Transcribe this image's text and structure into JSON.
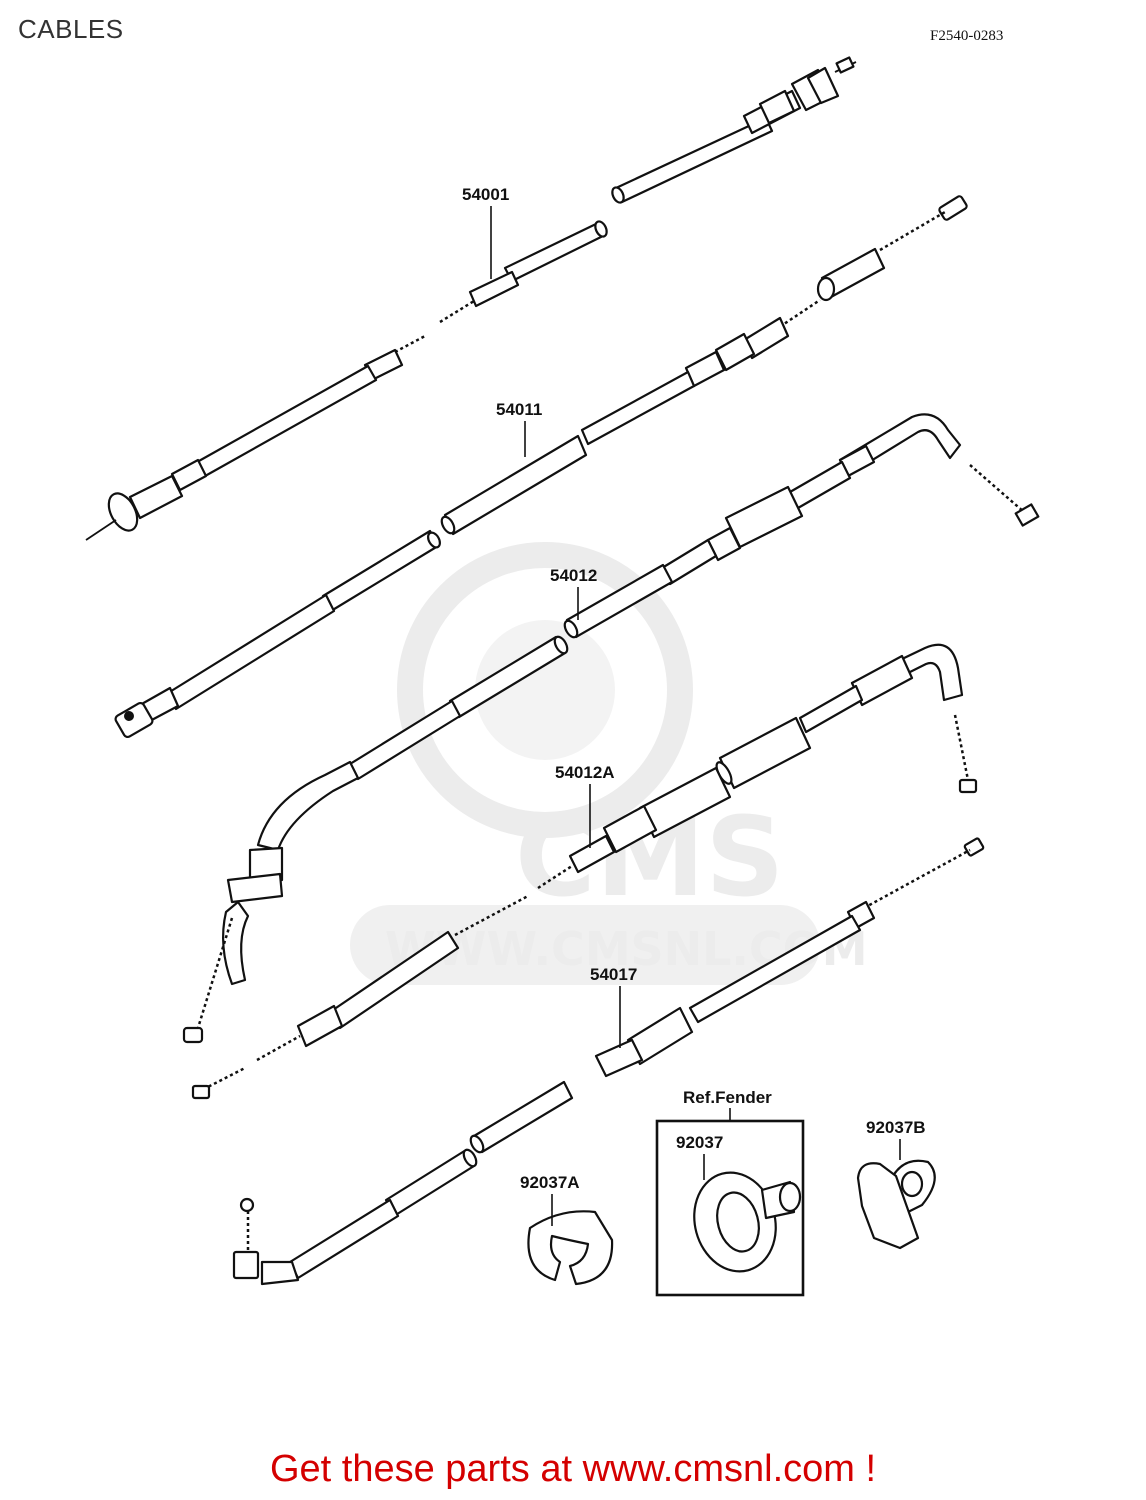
{
  "page": {
    "title": "CABLES",
    "drawing_code": "F2540-0283",
    "footer": "Get these parts at www.cmsnl.com !"
  },
  "watermark": {
    "logo_text": "CMS",
    "url_text": "WWW.CMSNL.COM"
  },
  "parts": [
    {
      "part_no": "54001"
    },
    {
      "part_no": "54011"
    },
    {
      "part_no": "54012"
    },
    {
      "part_no": "54012A"
    },
    {
      "part_no": "54017"
    },
    {
      "part_no": "92037A"
    },
    {
      "part_no": "92037"
    },
    {
      "part_no": "92037B"
    }
  ],
  "reference_box": {
    "label": "Ref.Fender"
  },
  "colors": {
    "footer_text": "#d40000",
    "line_art": "#111111",
    "watermark": "#ececec"
  }
}
